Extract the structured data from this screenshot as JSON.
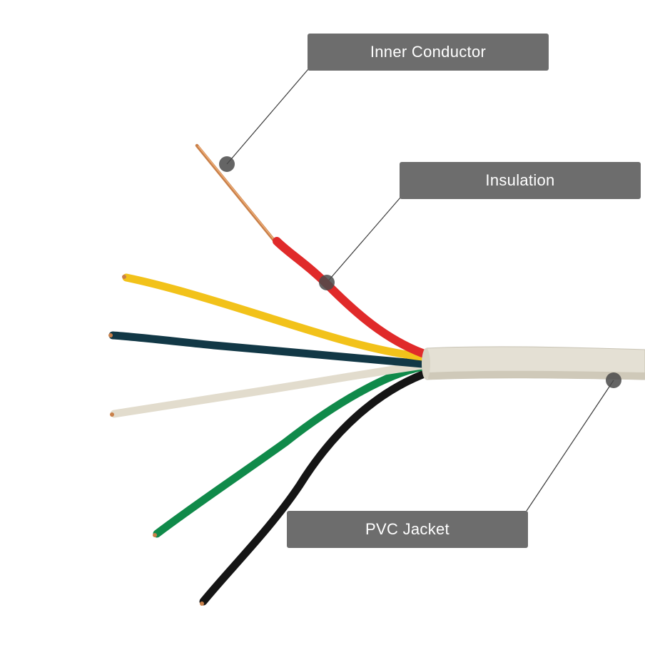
{
  "labels": {
    "inner_conductor": "Inner Conductor",
    "insulation": "Insulation",
    "pvc_jacket": "PVC Jacket"
  },
  "colors": {
    "callout_bg": "#6d6d6d",
    "callout_text": "#ffffff",
    "jacket": "#e4e0d4",
    "copper": "#c9804a",
    "wire_red": "#e02a2a",
    "wire_yellow": "#f2c21a",
    "wire_navy": "#123846",
    "wire_white": "#e2dccd",
    "wire_green": "#108a4a",
    "wire_black": "#151515"
  },
  "wires": [
    "red",
    "yellow",
    "navy",
    "white",
    "green",
    "black"
  ]
}
